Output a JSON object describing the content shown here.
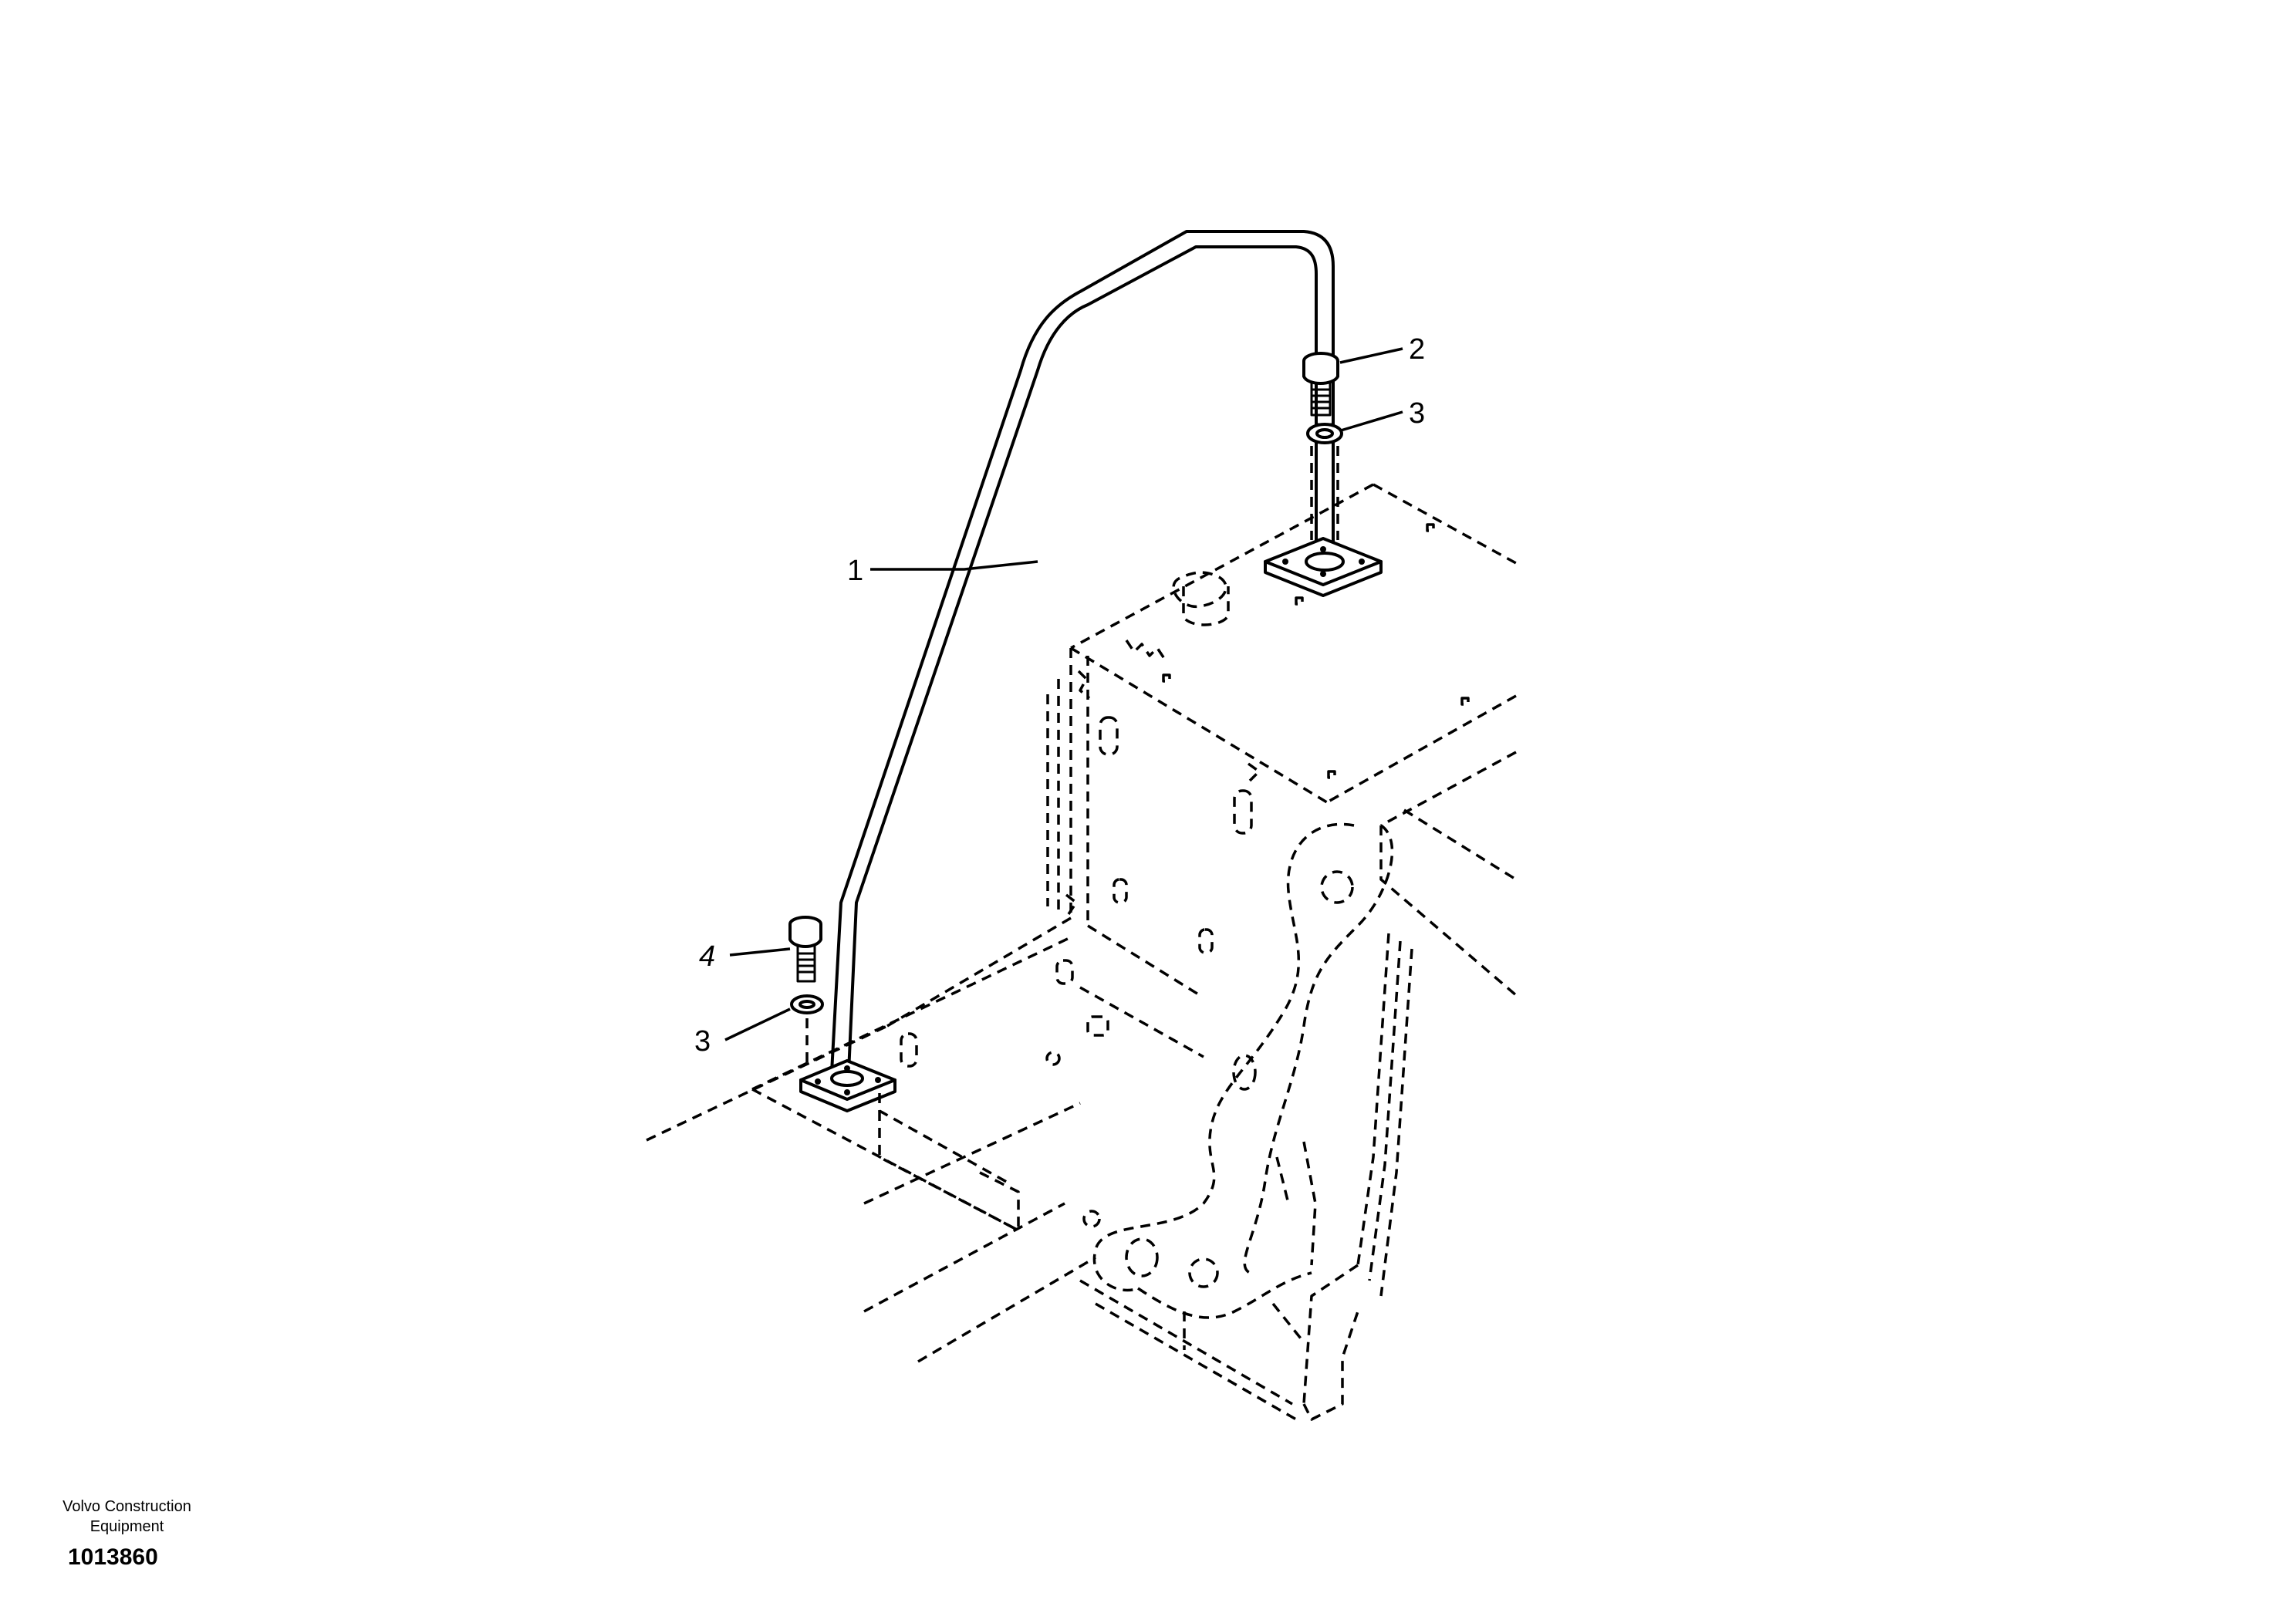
{
  "callouts": [
    {
      "id": "1",
      "label": "1"
    },
    {
      "id": "2",
      "label": "2"
    },
    {
      "id": "3a",
      "label": "3"
    },
    {
      "id": "3b",
      "label": "3"
    },
    {
      "id": "4",
      "label": "4"
    }
  ],
  "footer": {
    "company_line1": "Volvo Construction",
    "company_line2": "Equipment",
    "drawing_number": "1013860"
  }
}
